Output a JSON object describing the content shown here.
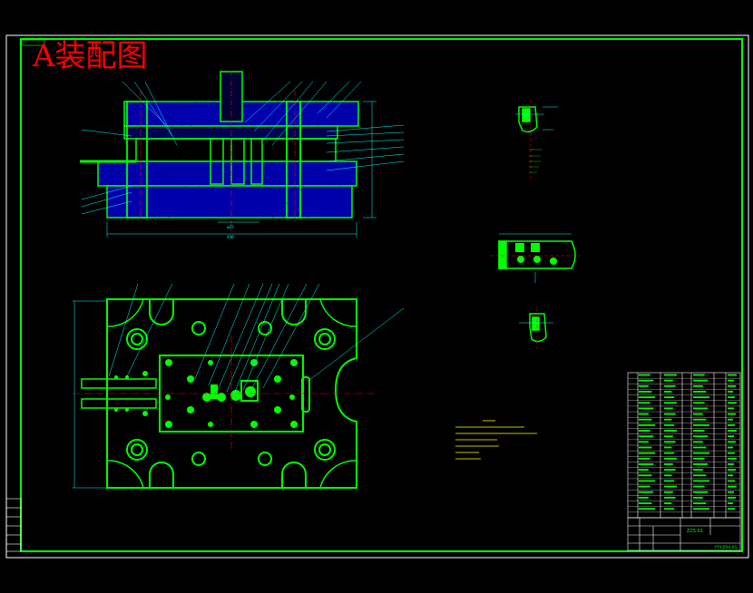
{
  "title": "A装配图",
  "colors": {
    "background": "#000000",
    "frame": "#ffffff",
    "drawing_lines": "#00ff00",
    "hatch": "#0000cc",
    "dimension": "#00ffff",
    "centerline": "#ff0000",
    "title_text": "#ff0000",
    "notes": "#ffff00"
  },
  "dimensions": {
    "section_inner": "ø37",
    "section_overall": "436"
  },
  "title_block": {
    "drawing_code": "ZZS-01",
    "part_code": "YYY.Z04-01"
  }
}
